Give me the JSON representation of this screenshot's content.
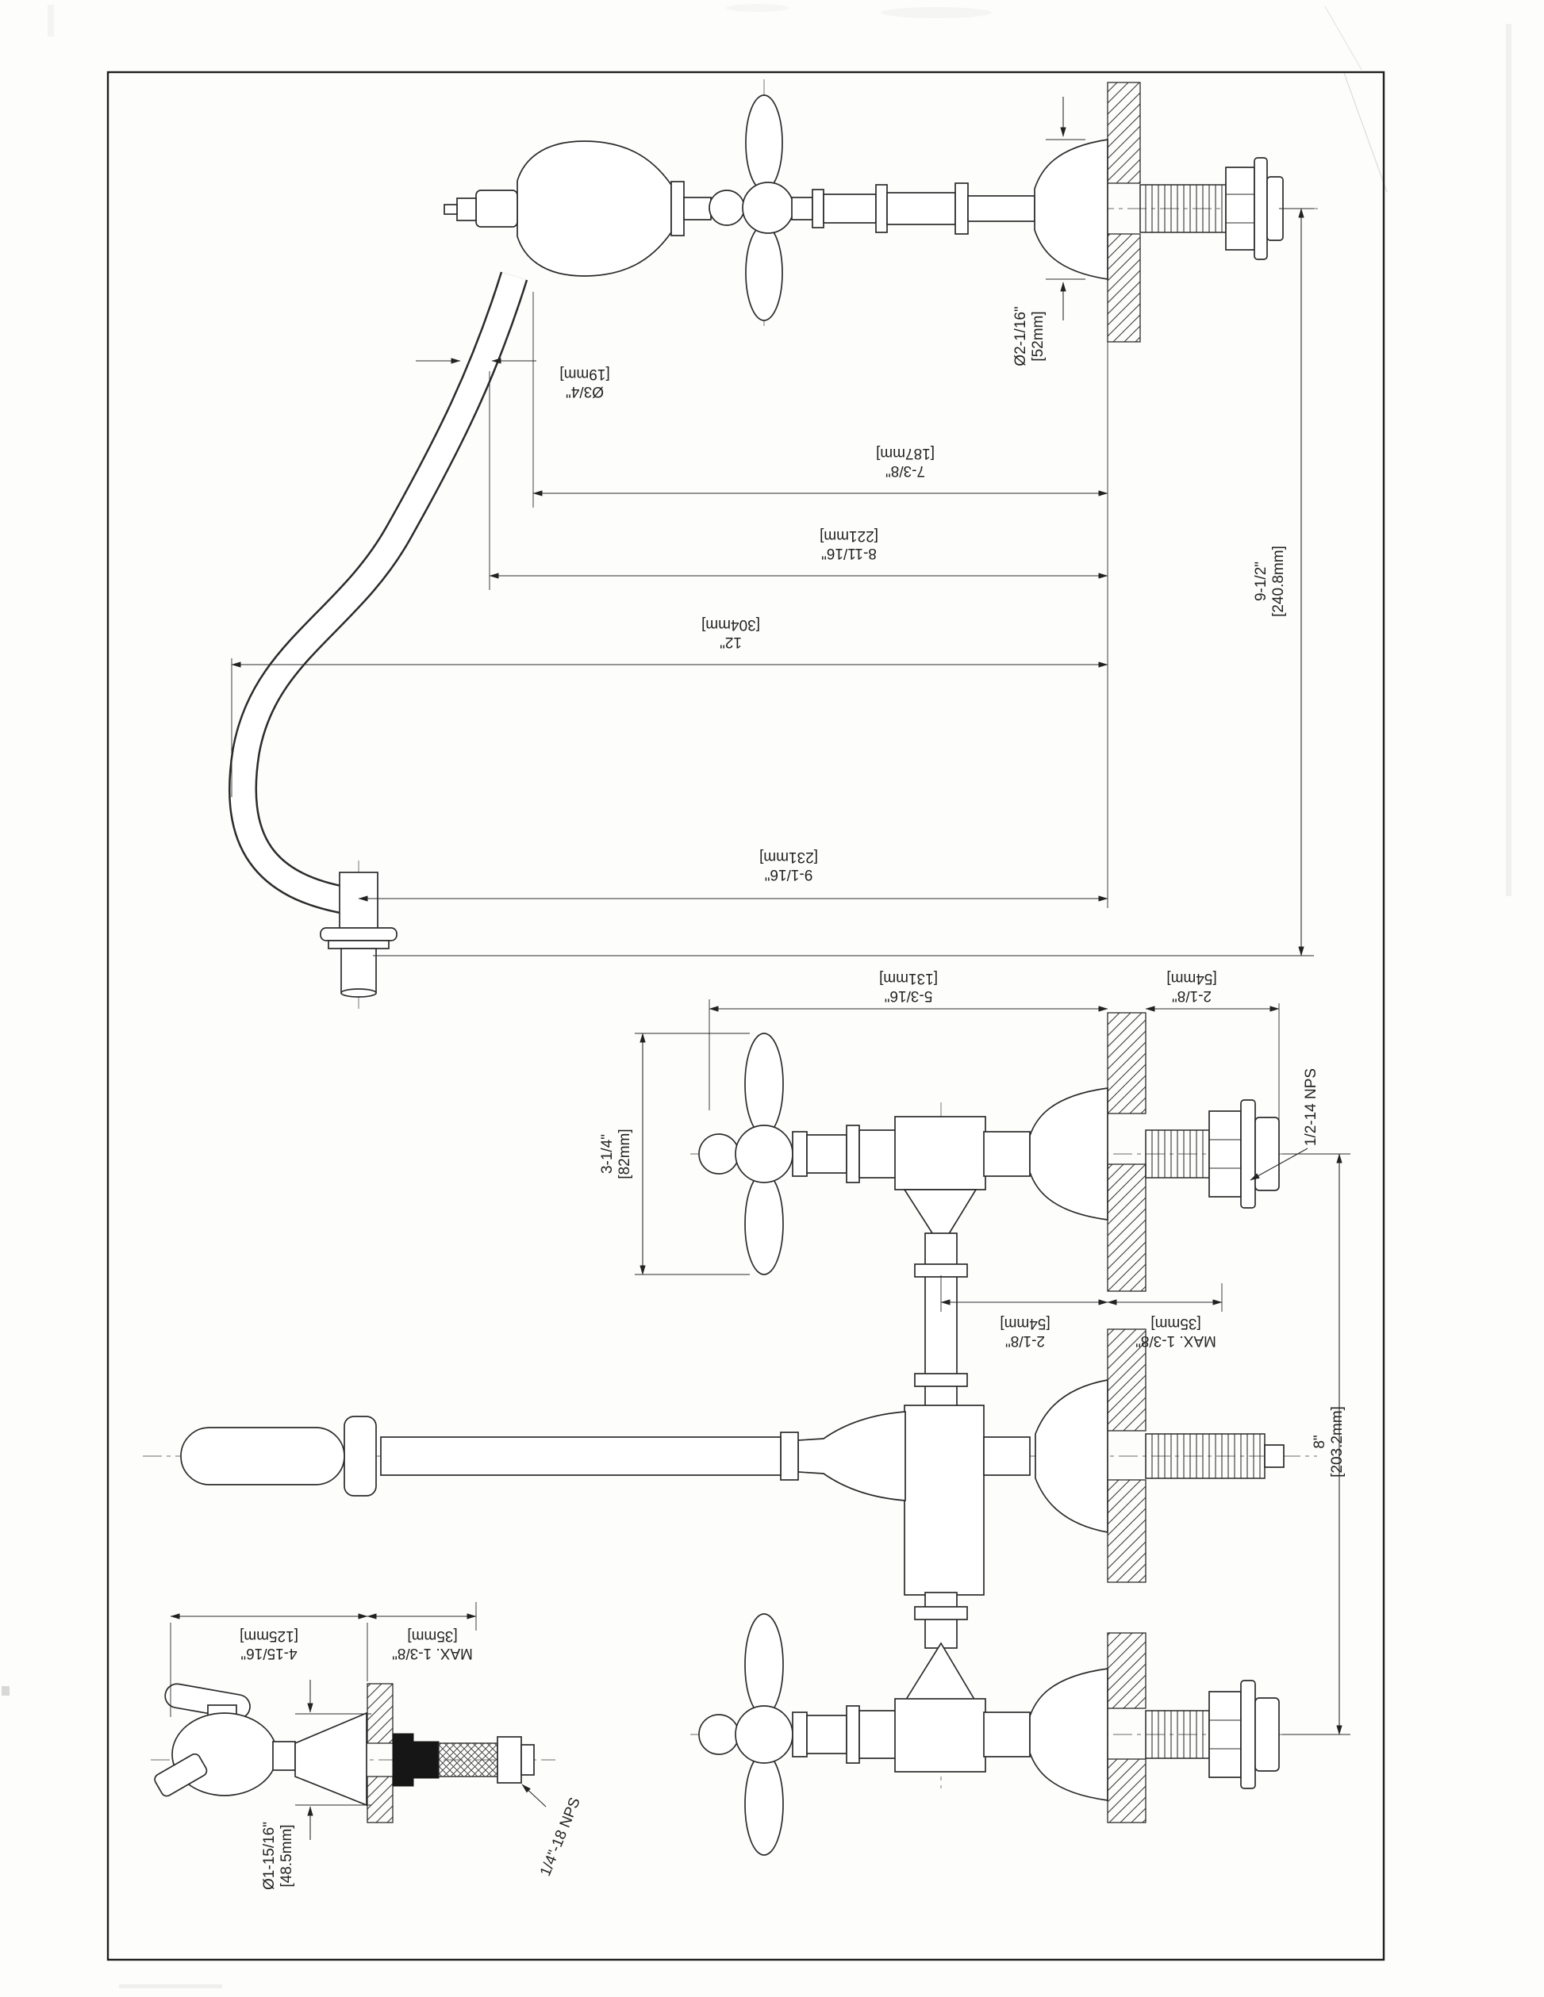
{
  "sheet": {
    "paper": "#fdfdfc",
    "ink": "#2b2b2b"
  },
  "side_view": {
    "dia_spout": {
      "in": "Ø3/4\"",
      "mm": "[19mm]"
    },
    "dia_flange": {
      "in": "Ø2-1/16\"",
      "mm": "[52mm]"
    },
    "wall_to_spout": {
      "in": "7-3/8\"",
      "mm": "[187mm]"
    },
    "wall_to_spout_outer": {
      "in": "8-11/16\"",
      "mm": "[221mm]"
    },
    "reach": {
      "in": "12\"",
      "mm": "[304mm]"
    },
    "wall_to_outlet": {
      "in": "9-1/16\"",
      "mm": "[231mm]"
    },
    "drop": {
      "in": "9-1/2\"",
      "mm": "[240.8mm]"
    }
  },
  "plan_view": {
    "handle_width": {
      "in": "3-1/4\"",
      "mm": "[82mm]"
    },
    "wall_to_handle": {
      "in": "5-3/16\"",
      "mm": "[131mm]"
    },
    "shank_length": {
      "in": "2-1/8\"",
      "mm": "[54mm]"
    },
    "thread_spec": "1/2-14 NPS",
    "wall_to_bridge": {
      "in": "2-1/8\"",
      "mm": "[54mm]"
    },
    "max_wall": {
      "in": "MAX. 1-3/8\"",
      "mm": "[35mm]"
    },
    "spread": {
      "in": "8\"",
      "mm": "[203.2mm]"
    }
  },
  "spray_detail": {
    "length": {
      "in": "4-15/16\"",
      "mm": "[125mm]"
    },
    "max_wall": {
      "in": "MAX. 1-3/8\"",
      "mm": "[35mm]"
    },
    "dia_flange": {
      "in": "Ø1-15/16\"",
      "mm": "[48.5mm]"
    },
    "thread_spec": "1/4\"-18 NPS"
  }
}
